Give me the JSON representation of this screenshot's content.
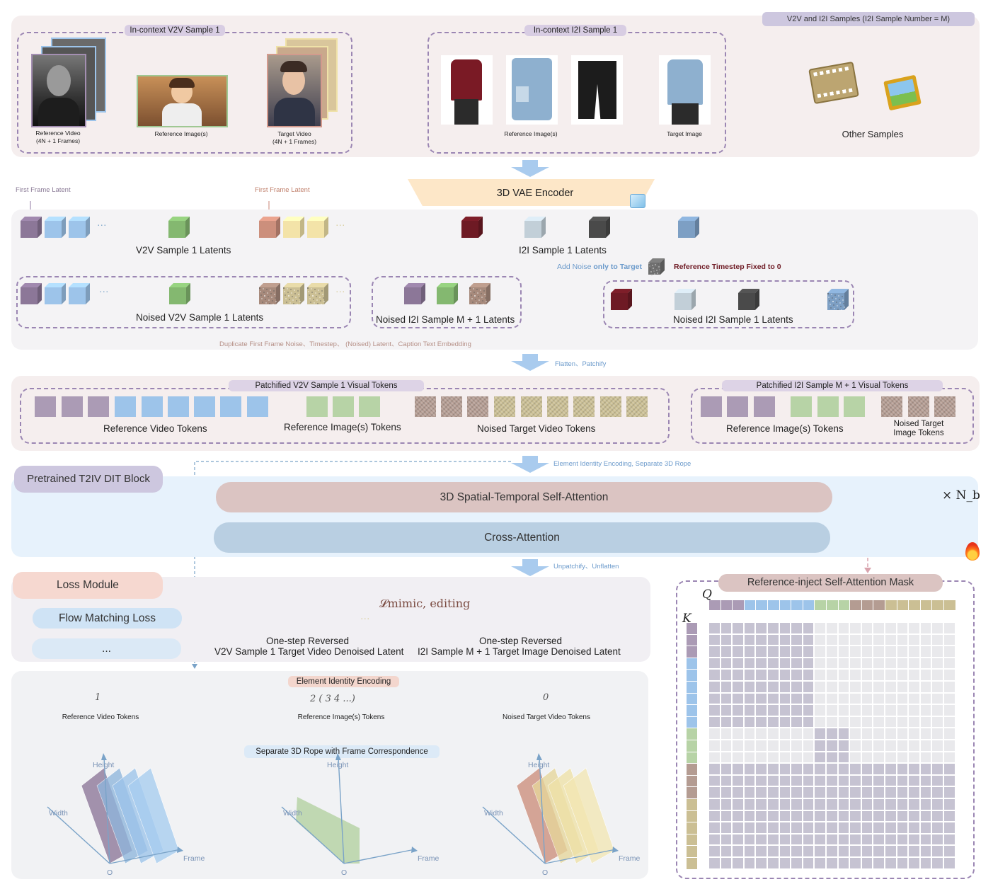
{
  "samples_section": {
    "header_pill": "V2V and  I2I Samples (I2I Sample Number = M)",
    "v2v_title": "In-context V2V Sample 1",
    "i2i_title": "In-context I2I Sample 1",
    "ref_video_label": "Reference Video",
    "ref_video_frames": "(4N + 1 Frames)",
    "ref_images_label": "Reference Image(s)",
    "target_video_label": "Target Video",
    "target_video_frames": "(4N + 1 Frames)",
    "i2i_ref_images_label": "Reference Image(s)",
    "target_image_label": "Target Image",
    "other_samples_label": "Other Samples"
  },
  "encoder": {
    "label": "3D VAE Encoder",
    "first_frame_latent_1": "First Frame Latent",
    "first_frame_latent_2": "First Frame Latent"
  },
  "latents_section": {
    "v2v_latents_label": "V2V Sample 1 Latents",
    "i2i_latents_label": "I2I Sample 1 Latents",
    "add_noise_prefix": "Add Noise ",
    "add_noise_bold": "only to Target",
    "ref_timestep": "Reference Timestep Fixed to 0",
    "noised_v2v_label": "Noised V2V Sample 1 Latents",
    "noised_i2i_m1_label": "Noised I2I Sample M + 1 Latents",
    "noised_i2i_1_label": "Noised I2I Sample 1 Latents",
    "duplicate_note": "Duplicate First Frame Noise、Timestep、 (Noised) Latent、Caption Text Embedding",
    "ellipsis": "···"
  },
  "patchify": {
    "arrow_label": "Flatten、Patchify",
    "v2v_tokens_title": "Patchified V2V Sample 1 Visual Tokens",
    "i2i_tokens_title": "Patchified I2I Sample M + 1 Visual Tokens",
    "ref_video_tokens": "Reference Video Tokens",
    "ref_image_tokens": "Reference Image(s)  Tokens",
    "noised_target_video_tokens": "Noised Target Video Tokens",
    "i2i_ref_image_tokens": "Reference Image(s)  Tokens",
    "noised_target_image_tokens_1": "Noised Target",
    "noised_target_image_tokens_2": "Image Tokens"
  },
  "dit": {
    "arrow_label": "Element Identity Encoding, Separate 3D Rope",
    "block_label": "Pretrained T2IV DIT Block",
    "self_attention": "3D Spatial-Temporal Self-Attention",
    "cross_attention": "Cross-Attention",
    "repeat_label": "× N_b"
  },
  "loss": {
    "arrow_label": "Unpatchify、Unflatten",
    "module_label": "Loss Module",
    "flow_matching": "Flow Matching Loss",
    "more": "...",
    "loss_symbol": "𝓛mimic, editing",
    "v2v_out_1": "One-step Reversed",
    "v2v_out_2": "V2V Sample 1 Target Video Denoised Latent",
    "i2i_out_1": "One-step Reversed",
    "i2i_out_2": "I2I Sample M + 1 Target Image Denoised Latent",
    "ellipsis": "···"
  },
  "rope_section": {
    "title": "Element Identity Encoding",
    "id_ref_video": "1",
    "id_ref_images": "2 ( 3 4 ...)",
    "id_noised_target": "0",
    "ref_video_tokens": "Reference Video Tokens",
    "ref_image_tokens": "Reference Image(s)  Tokens",
    "noised_target_tokens": "Noised Target Video Tokens",
    "rope_title": "Separate 3D Rope with Frame Correspondence",
    "axis_height": "Height",
    "axis_width": "Width",
    "axis_frame": "Frame",
    "axis_origin": "O"
  },
  "mask": {
    "title": "Reference-inject Self-Attention Mask",
    "q_label": "Q",
    "k_label": "K"
  },
  "colors": {
    "purple_token": "#ab9bb5",
    "blue_token": "#9dc4ea",
    "green_token": "#b7d3a6",
    "rose_noise": "#b49c92",
    "yellow_noise": "#cbbf94",
    "maroon": "#6e1a24",
    "pink_panel": "#f6eeee",
    "blue_panel": "#e6f1fb"
  },
  "icons": [
    "film-reel-icon",
    "picture-frame-icon",
    "ice-cube-icon",
    "fire-icon"
  ]
}
